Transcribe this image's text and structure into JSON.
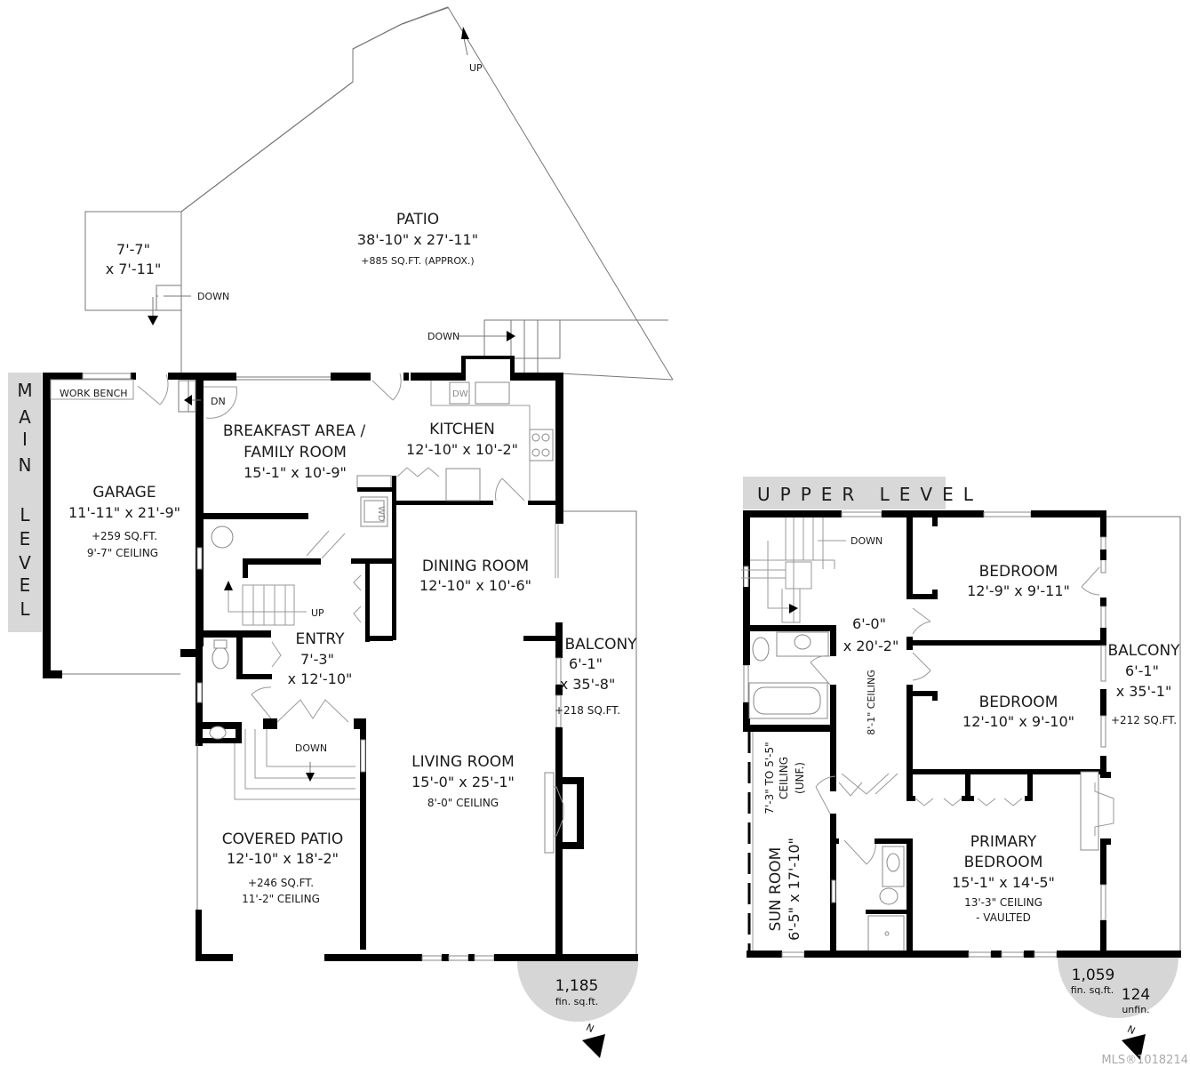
{
  "main_level": {
    "banner": "MAIN LEVEL",
    "banner_letters": [
      "M",
      "A",
      "I",
      "N",
      "L",
      "E",
      "V",
      "E",
      "L"
    ],
    "area": {
      "value": "1,185",
      "unit": "fin. sq.ft.",
      "north": "N"
    },
    "rooms": {
      "patio": {
        "name": "PATIO",
        "dims": "38'-10\" x 27'-11\"",
        "note": "+885 SQ.FT. (APPROX.)"
      },
      "landing": {
        "dims_1": "7'-7\"",
        "dims_2": "x 7'-11\""
      },
      "garage": {
        "name": "GARAGE",
        "dims": "11'-11\" x 21'-9\"",
        "note_1": "+259 SQ.FT.",
        "note_2": "9'-7\" CEILING"
      },
      "breakfast": {
        "name_1": "BREAKFAST AREA /",
        "name_2": "FAMILY ROOM",
        "dims": "15'-1\" x 10'-9\""
      },
      "kitchen": {
        "name": "KITCHEN",
        "dims": "12'-10\" x 10'-2\""
      },
      "dining": {
        "name": "DINING ROOM",
        "dims": "12'-10\" x 10'-6\""
      },
      "entry": {
        "name": "ENTRY",
        "dims_1": "7'-3\"",
        "dims_2": "x 12'-10\""
      },
      "balcony": {
        "name": "BALCONY",
        "dims_1": "6'-1\"",
        "dims_2": "x 35'-8\"",
        "note": "+218 SQ.FT."
      },
      "living": {
        "name": "LIVING ROOM",
        "dims": "15'-0\" x 25'-1\"",
        "note": "8'-0\" CEILING"
      },
      "covered_patio": {
        "name": "COVERED PATIO",
        "dims": "12'-10\" x 18'-2\"",
        "note_1": "+246 SQ.FT.",
        "note_2": "11'-2\" CEILING"
      }
    },
    "annotations": {
      "work_bench": "WORK BENCH",
      "up_patio": "UP",
      "down_landing": "DOWN",
      "down_patio_stairs": "DOWN",
      "dn_garage": "DN",
      "up_stairs": "UP",
      "down_entry": "DOWN",
      "dw": "DW",
      "wd": "WD"
    }
  },
  "upper_level": {
    "banner": "UPPER LEVEL",
    "area": {
      "value": "1,059",
      "unit": "fin. sq.ft.",
      "unfin_value": "124",
      "unfin_unit": "unfin.",
      "north": "N"
    },
    "rooms": {
      "hall": {
        "dims_1": "6'-0\"",
        "dims_2": "x 20'-2\"",
        "note": "8'-1\" CEILING"
      },
      "bedroom_1": {
        "name": "BEDROOM",
        "dims": "12'-9\" x 9'-11\""
      },
      "bedroom_2": {
        "name": "BEDROOM",
        "dims": "12'-10\" x 9'-10\""
      },
      "balcony": {
        "name": "BALCONY",
        "dims_1": "6'-1\"",
        "dims_2": "x 35'-1\"",
        "note": "+212 SQ.FT."
      },
      "primary": {
        "name_1": "PRIMARY",
        "name_2": "BEDROOM",
        "dims": "15'-1\" x 14'-5\"",
        "note_1": "13'-3\" CEILING",
        "note_2": "- VAULTED"
      },
      "sun_room": {
        "name": "SUN ROOM",
        "dims": "6'-5\" x 17'-10\"",
        "note_1": "7'-3\" TO 5'-5\"",
        "note_2": "CEILING",
        "note_3": "(UNF.)"
      }
    },
    "annotations": {
      "down_stairs": "DOWN"
    }
  },
  "watermark": "MLS®1018214"
}
